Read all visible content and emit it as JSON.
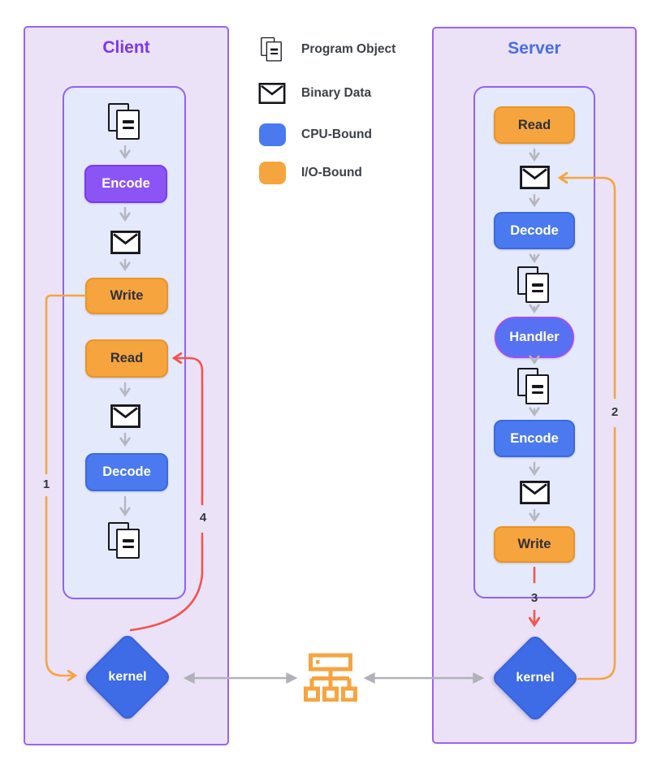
{
  "legend": {
    "items": [
      {
        "label": "Program Object",
        "icon": "program-object-icon"
      },
      {
        "label": "Binary Data",
        "icon": "binary-data-icon"
      },
      {
        "label": "CPU-Bound",
        "color": "#4b7af0"
      },
      {
        "label": "I/O-Bound",
        "color": "#f6a43e"
      }
    ]
  },
  "client": {
    "title": "Client",
    "flow": [
      {
        "type": "program-object"
      },
      {
        "type": "step",
        "label": "Encode",
        "color": "purple"
      },
      {
        "type": "binary-data"
      },
      {
        "type": "step",
        "label": "Write",
        "color": "orange"
      },
      {
        "type": "step",
        "label": "Read",
        "color": "orange"
      },
      {
        "type": "binary-data"
      },
      {
        "type": "step",
        "label": "Decode",
        "color": "blue"
      },
      {
        "type": "program-object"
      }
    ],
    "kernel_label": "kernel"
  },
  "server": {
    "title": "Server",
    "flow": [
      {
        "type": "step",
        "label": "Read",
        "color": "orange"
      },
      {
        "type": "binary-data"
      },
      {
        "type": "step",
        "label": "Decode",
        "color": "blue"
      },
      {
        "type": "program-object"
      },
      {
        "type": "step",
        "label": "Handler",
        "color": "blue-purple-border"
      },
      {
        "type": "program-object"
      },
      {
        "type": "step",
        "label": "Encode",
        "color": "blue"
      },
      {
        "type": "binary-data"
      },
      {
        "type": "step",
        "label": "Write",
        "color": "orange"
      }
    ],
    "kernel_label": "kernel"
  },
  "steps": {
    "s1": "1",
    "s2": "2",
    "s3": "3",
    "s4": "4"
  },
  "colors": {
    "cpu_bound": "#4b7af0",
    "io_bound": "#f6a43e",
    "purple_accent": "#8b55f5",
    "panel_border": "#9b63f0",
    "panel_bg": "#ebe2f8",
    "inner_bg": "#e4e9fc",
    "client_title": "#7d36ee",
    "server_title": "#4a6ce5",
    "orange_line": "#f7a440",
    "red_line": "#f2554e",
    "gray_line": "#b5b5bd",
    "kernel_fill": "#3e6be6"
  }
}
